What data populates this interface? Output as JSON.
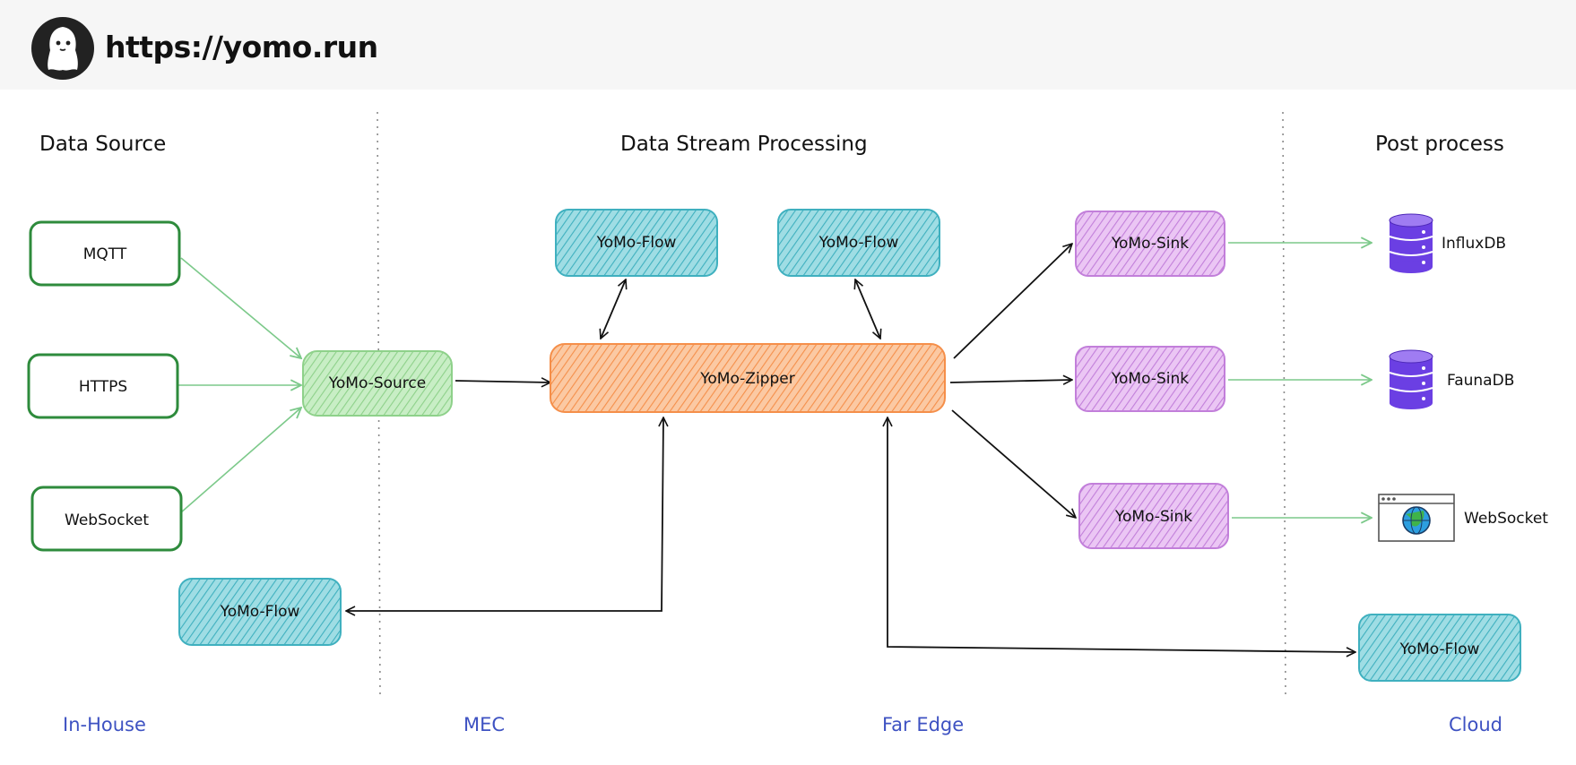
{
  "header": {
    "url": "https://yomo.run"
  },
  "sections": {
    "data_source": "Data Source",
    "stream_processing": "Data Stream Processing",
    "post_process": "Post process"
  },
  "sources": {
    "mqtt": "MQTT",
    "https": "HTTPS",
    "websocket": "WebSocket"
  },
  "nodes": {
    "source": "YoMo-Source",
    "zipper": "YoMo-Zipper",
    "flow_top_1": "YoMo-Flow",
    "flow_top_2": "YoMo-Flow",
    "flow_bottom_left": "YoMo-Flow",
    "flow_bottom_right": "YoMo-Flow",
    "sink_1": "YoMo-Sink",
    "sink_2": "YoMo-Sink",
    "sink_3": "YoMo-Sink"
  },
  "targets": {
    "influxdb": "InfluxDB",
    "faunadb": "FaunaDB",
    "websocket": "WebSocket"
  },
  "zones": {
    "in_house": "In-House",
    "mec": "MEC",
    "far_edge": "Far Edge",
    "cloud": "Cloud"
  },
  "colors": {
    "source_border": "#2e8b3c",
    "source_fill": "#a7e0a4",
    "flow_fill": "#5fc4cf",
    "zipper_fill": "#f7a66b",
    "sink_fill": "#d79be8",
    "green_arrow": "#7cc98a",
    "zone_text": "#3e52c2",
    "db_purple": "#6b3fe3"
  }
}
